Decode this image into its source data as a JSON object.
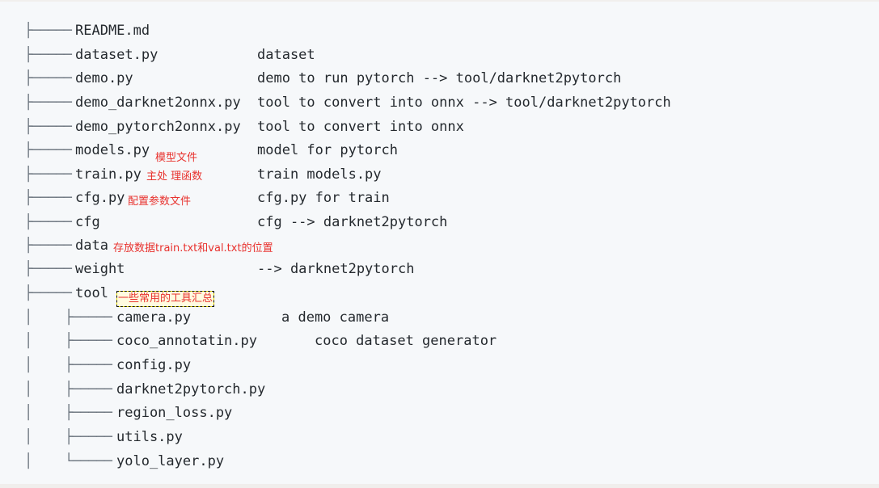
{
  "tree": {
    "rows": [
      {
        "branch": "├──── ",
        "name": "README.md",
        "desc": ""
      },
      {
        "branch": "├──── ",
        "name": "dataset.py",
        "desc": "dataset"
      },
      {
        "branch": "├──── ",
        "name": "demo.py",
        "desc": "demo to run pytorch --> tool/darknet2pytorch"
      },
      {
        "branch": "├──── ",
        "name": "demo_darknet2onnx.py",
        "desc": "tool to convert into onnx --> tool/darknet2pytorch"
      },
      {
        "branch": "├──── ",
        "name": "demo_pytorch2onnx.py",
        "desc": "tool to convert into onnx"
      },
      {
        "branch": "├──── ",
        "name": "models.py",
        "desc": "model for pytorch",
        "note": "模型文件"
      },
      {
        "branch": "├──── ",
        "name": "train.py",
        "desc": "train models.py",
        "note": "主处 理函数"
      },
      {
        "branch": "├──── ",
        "name": "cfg.py",
        "desc": "cfg.py for train",
        "note": "配置参数文件"
      },
      {
        "branch": "├──── ",
        "name": "cfg",
        "desc": "cfg --> darknet2pytorch"
      },
      {
        "branch": "├──── ",
        "name": "data",
        "desc": "",
        "note": "存放数据train.txt和val.txt的位置"
      },
      {
        "branch": "├──── ",
        "name": "weight",
        "desc": "--> darknet2pytorch"
      },
      {
        "branch": "├──── ",
        "name": "tool",
        "desc": "",
        "note": "一些常用的工具汇总"
      },
      {
        "branch": "│    ├──── ",
        "name": "camera.py",
        "desc": "a demo camera"
      },
      {
        "branch": "│    ├──── ",
        "name": "coco_annotatin.py",
        "desc": "coco dataset generator"
      },
      {
        "branch": "│    ├──── ",
        "name": "config.py",
        "desc": ""
      },
      {
        "branch": "│    ├──── ",
        "name": "darknet2pytorch.py",
        "desc": ""
      },
      {
        "branch": "│    ├──── ",
        "name": "region_loss.py",
        "desc": ""
      },
      {
        "branch": "│    ├──── ",
        "name": "utils.py",
        "desc": ""
      },
      {
        "branch": "│    └──── ",
        "name": "yolo_layer.py",
        "desc": ""
      }
    ]
  },
  "colors": {
    "background": "#f6f8fa",
    "text": "#24292e",
    "tree_lines": "#6a737d",
    "annotation_red": "#e8322e",
    "highlight_border": "#f2e600"
  }
}
